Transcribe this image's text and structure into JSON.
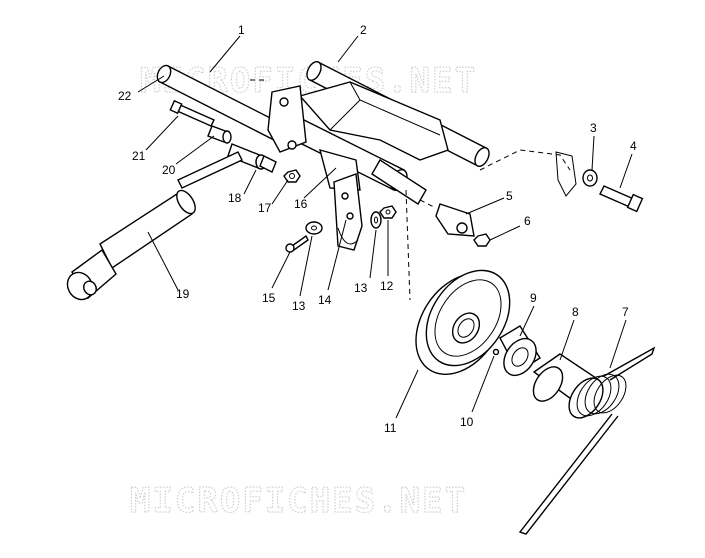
{
  "watermark": "MICROFICHES.NET",
  "parts": [
    {
      "id": "label-1",
      "text": "1"
    },
    {
      "id": "label-2",
      "text": "2"
    },
    {
      "id": "label-3",
      "text": "3"
    },
    {
      "id": "label-4",
      "text": "4"
    },
    {
      "id": "label-5",
      "text": "5"
    },
    {
      "id": "label-6",
      "text": "6"
    },
    {
      "id": "label-7",
      "text": "7"
    },
    {
      "id": "label-8",
      "text": "8"
    },
    {
      "id": "label-9",
      "text": "9"
    },
    {
      "id": "label-10",
      "text": "10"
    },
    {
      "id": "label-11",
      "text": "11"
    },
    {
      "id": "label-12",
      "text": "12"
    },
    {
      "id": "label-13a",
      "text": "13"
    },
    {
      "id": "label-13b",
      "text": "13"
    },
    {
      "id": "label-14",
      "text": "14"
    },
    {
      "id": "label-15",
      "text": "15"
    },
    {
      "id": "label-16",
      "text": "16"
    },
    {
      "id": "label-17",
      "text": "17"
    },
    {
      "id": "label-18",
      "text": "18"
    },
    {
      "id": "label-19",
      "text": "19"
    },
    {
      "id": "label-20",
      "text": "20"
    },
    {
      "id": "label-21",
      "text": "21"
    },
    {
      "id": "label-22",
      "text": "22"
    }
  ]
}
